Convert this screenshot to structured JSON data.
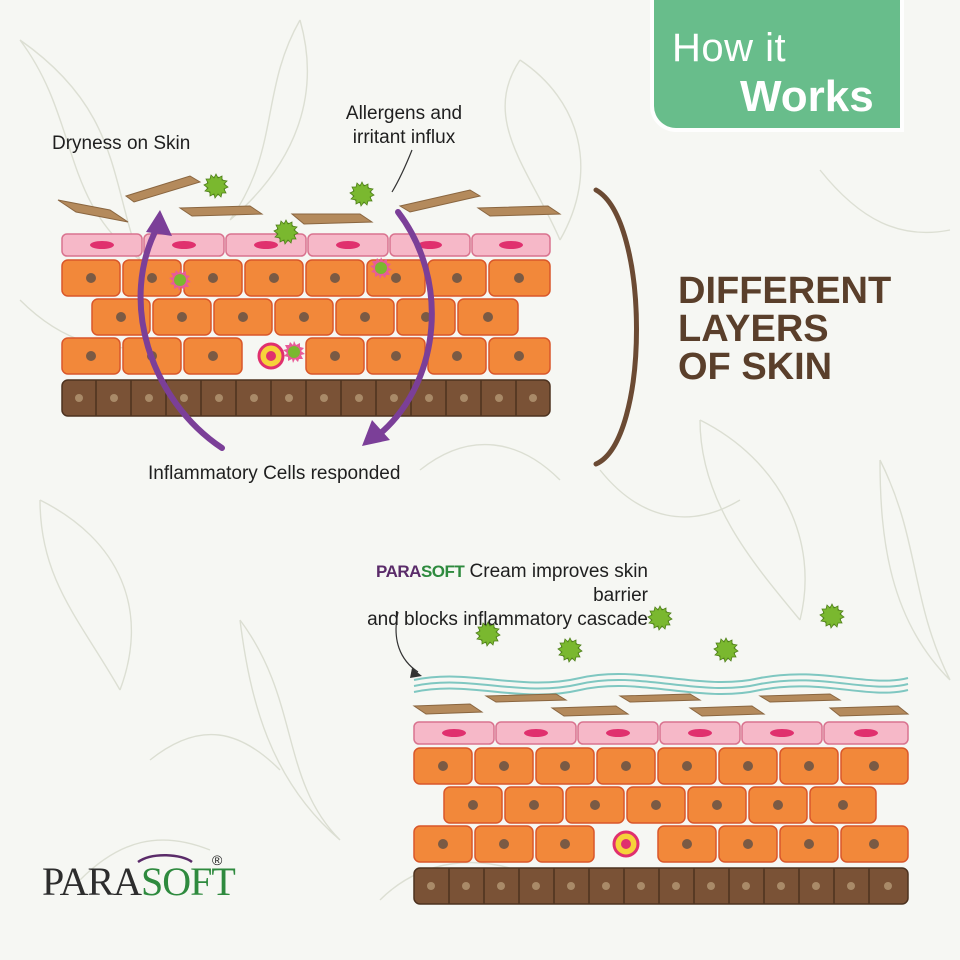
{
  "badge": {
    "line1": "How it",
    "line2": "Works",
    "color": "#68bd8b"
  },
  "labels": {
    "dryness": "Dryness on Skin",
    "allergens_line1": "Allergens and",
    "allergens_line2": "irritant influx",
    "inflammatory": "Inflammatory Cells responded"
  },
  "layers_title": {
    "line1": "DIFFERENT",
    "line2": "LAYERS",
    "line3": "OF SKIN"
  },
  "cream_caption": {
    "brand_part1": "PARA",
    "brand_part2": "SOFT",
    "line1": " Cream improves skin barrier",
    "line2": "and blocks inflammatory cascade"
  },
  "logo": {
    "part1": "PARA",
    "part2": "SOFT",
    "mark": "®"
  },
  "colors": {
    "dead_cells": "#b48a5c",
    "surface_cells": "#f6b8c8",
    "surface_nucleus": "#e0306e",
    "living_cells": "#f2883a",
    "nucleus": "#7a5a44",
    "basal_cells": "#7a5236",
    "allergen": "#7ab82f",
    "arrow": "#7b3f98",
    "bracket": "#6b4a33",
    "barrier": "#7fc7c1"
  },
  "icons": [
    "allergen-particle-icon",
    "inflammatory-cell-icon",
    "arrow-up-icon",
    "arrow-down-icon"
  ]
}
